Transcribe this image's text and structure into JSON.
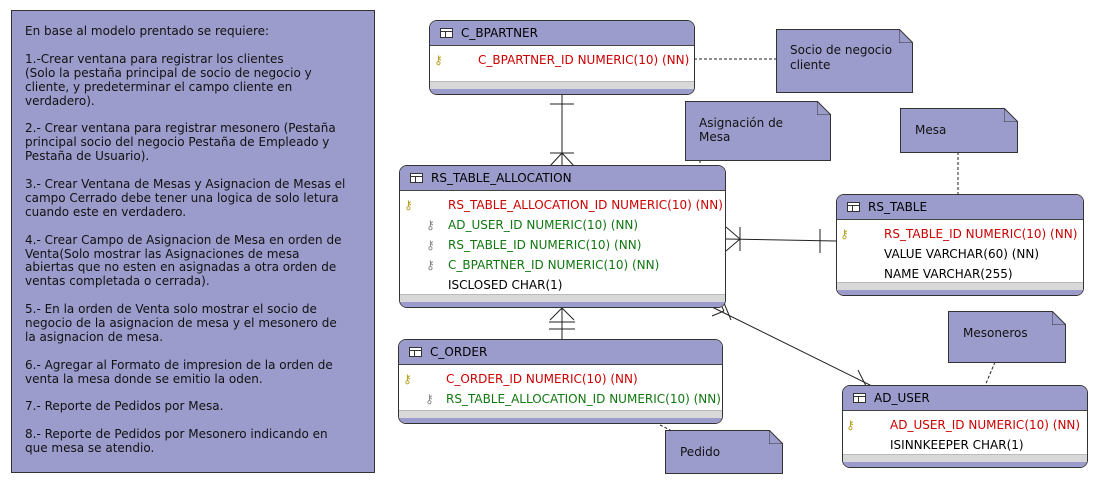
{
  "requirements_note": {
    "text": "En base al modelo prentado se requiere:\n\n1.-Crear ventana para registrar los clientes\n(Solo la pestaña principal de socio de negocio y\ncliente, y predeterminar el campo cliente en\nverdadero).\n\n2.- Crear ventana para registrar mesonero (Pestaña\nprincipal socio del negocio Pestaña de Empleado y\nPestaña de Usuario).\n\n3.- Crear Ventana de Mesas y Asignacion de Mesas el\ncampo Cerrado debe tener una logica de solo letura\ncuando este en verdadero.\n\n4.- Crear Campo de Asignacion de Mesa en orden de\nVenta(Solo mostrar las Asignaciones de mesa\nabiertas que no esten en asignadas a otra orden de\nventas completada o cerrada).\n\n5.- En la orden de Venta solo mostrar el socio de\nnegocio de la asignacion de mesa y el mesonero de\nla asignacion de mesa.\n\n6.- Agregar al Formato de impresion de la orden de\nventa la mesa donde se emitio la oden.\n\n7.- Reporte de Pedidos por Mesa.\n\n8.- Reporte de Pedidos por Mesonero indicando en\nque mesa se atendio."
  },
  "notes": {
    "socio": "Socio de negocio\ncliente",
    "asignacion": "Asignación de\nMesa",
    "mesa": "Mesa",
    "mesoneros": "Mesoneros",
    "pedido": "Pedido"
  },
  "entities": {
    "c_bpartner": {
      "name": "C_BPARTNER",
      "columns": [
        {
          "text": "C_BPARTNER_ID NUMERIC(10) (NN)",
          "kind": "pk",
          "icon": "key-icon"
        }
      ]
    },
    "rs_table_allocation": {
      "name": "RS_TABLE_ALLOCATION",
      "columns": [
        {
          "text": "RS_TABLE_ALLOCATION_ID NUMERIC(10) (NN)",
          "kind": "pk",
          "icon": "key-icon"
        },
        {
          "text": "AD_USER_ID NUMERIC(10) (NN)",
          "kind": "fk",
          "icon": "foreign-key-icon"
        },
        {
          "text": "RS_TABLE_ID NUMERIC(10) (NN)",
          "kind": "fk",
          "icon": "foreign-key-icon"
        },
        {
          "text": "C_BPARTNER_ID NUMERIC(10) (NN)",
          "kind": "fk",
          "icon": "foreign-key-icon"
        },
        {
          "text": "ISCLOSED CHAR(1)",
          "kind": "plain",
          "icon": ""
        }
      ]
    },
    "rs_table": {
      "name": "RS_TABLE",
      "columns": [
        {
          "text": "RS_TABLE_ID NUMERIC(10) (NN)",
          "kind": "pk",
          "icon": "key-icon"
        },
        {
          "text": "VALUE VARCHAR(60) (NN)",
          "kind": "plain",
          "icon": ""
        },
        {
          "text": "NAME VARCHAR(255)",
          "kind": "plain",
          "icon": ""
        }
      ]
    },
    "c_order": {
      "name": "C_ORDER",
      "columns": [
        {
          "text": "C_ORDER_ID NUMERIC(10) (NN)",
          "kind": "pk",
          "icon": "key-icon"
        },
        {
          "text": "RS_TABLE_ALLOCATION_ID NUMERIC(10) (NN)",
          "kind": "fk",
          "icon": "foreign-key-icon"
        }
      ]
    },
    "ad_user": {
      "name": "AD_USER",
      "columns": [
        {
          "text": "AD_USER_ID NUMERIC(10) (NN)",
          "kind": "pk",
          "icon": "key-icon"
        },
        {
          "text": "ISINNKEEPER CHAR(1)",
          "kind": "plain",
          "icon": ""
        }
      ]
    }
  },
  "colors": {
    "header_fill": "#9c9ccc",
    "pk_text": "#cc0000",
    "fk_text": "#117711"
  }
}
